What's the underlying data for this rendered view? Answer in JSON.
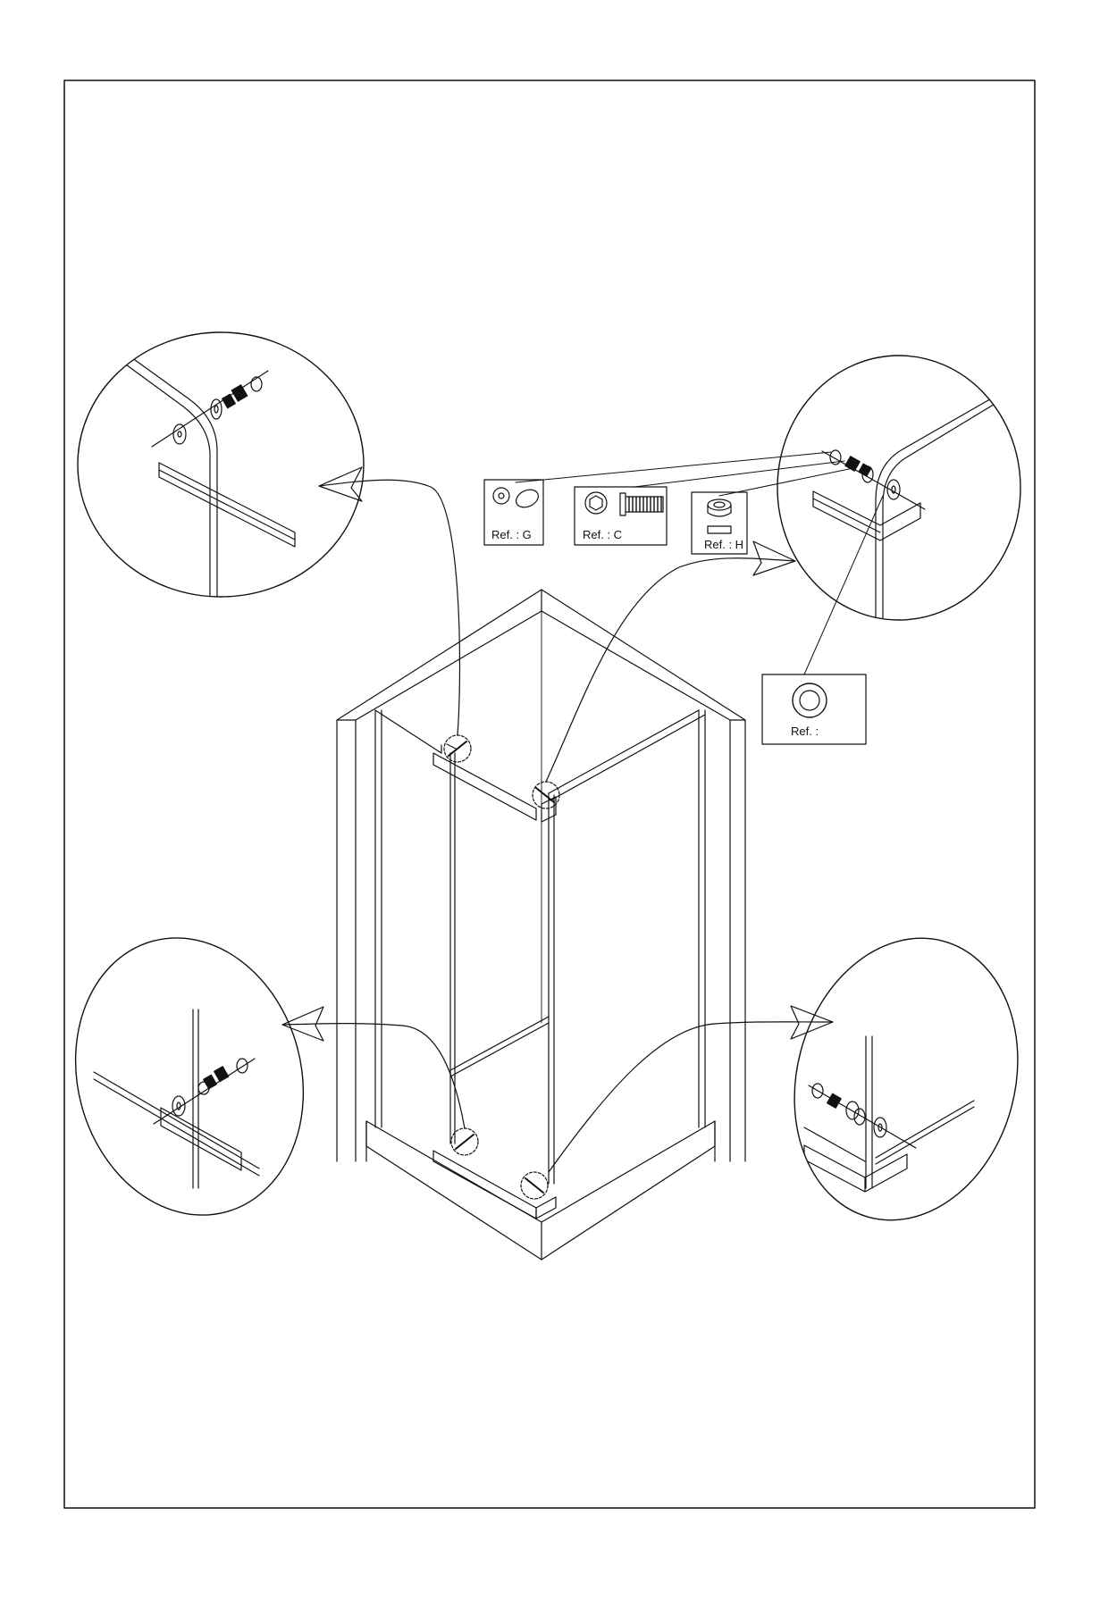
{
  "parts": {
    "g": {
      "label": "Ref. : G"
    },
    "c": {
      "label": "Ref. : C"
    },
    "h": {
      "label": "Ref. : H"
    },
    "washer": {
      "label": "Ref. :"
    }
  },
  "colors": {
    "ink": "#111111",
    "paper": "#ffffff"
  }
}
